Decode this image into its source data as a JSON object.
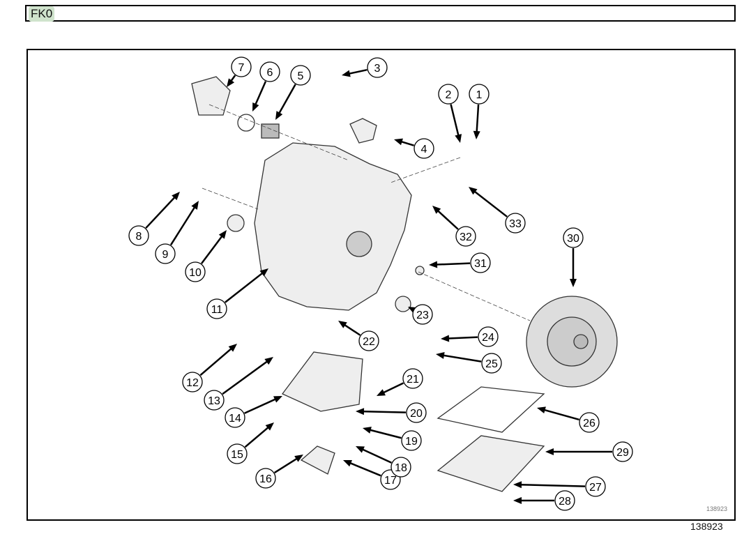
{
  "header": {
    "code": "FK0"
  },
  "figure": {
    "reference": "138923",
    "callouts": [
      "1",
      "2",
      "3",
      "4",
      "5",
      "6",
      "7",
      "8",
      "9",
      "10",
      "11",
      "12",
      "13",
      "14",
      "15",
      "16",
      "17",
      "18",
      "19",
      "20",
      "21",
      "22",
      "23",
      "24",
      "25",
      "26",
      "27",
      "28",
      "29",
      "30",
      "31",
      "32",
      "33"
    ]
  }
}
